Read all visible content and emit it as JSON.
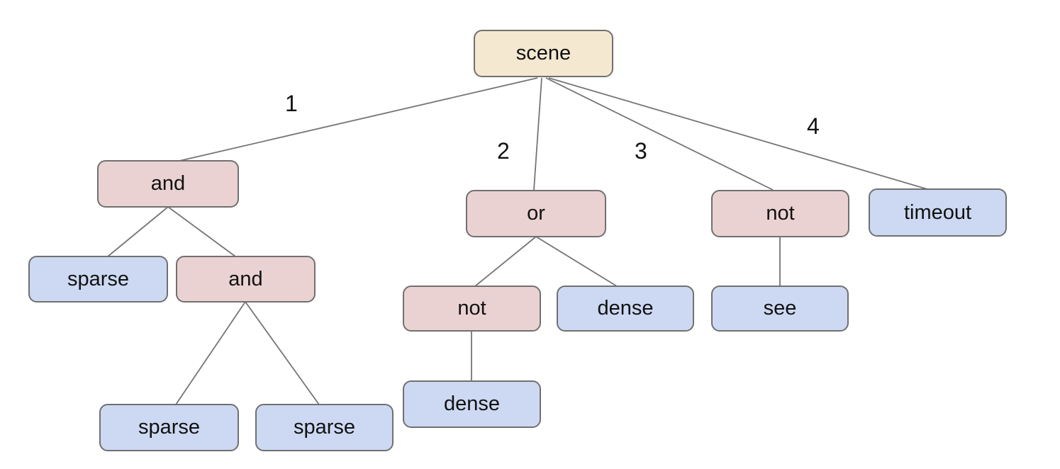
{
  "diagram": {
    "type": "tree",
    "background": "#ffffff",
    "colors": {
      "root_fill": "#f5e8d0",
      "operator_fill": "#ebd2d2",
      "leaf_fill": "#cdd9f2",
      "node_border": "#707070",
      "edge_stroke": "#757575",
      "text": "#111111"
    },
    "nodes": {
      "scene": {
        "label": "scene"
      },
      "and1": {
        "label": "and"
      },
      "or": {
        "label": "or"
      },
      "not3": {
        "label": "not"
      },
      "timeout": {
        "label": "timeout"
      },
      "sparse1": {
        "label": "sparse"
      },
      "and2": {
        "label": "and"
      },
      "not2": {
        "label": "not"
      },
      "dense2": {
        "label": "dense"
      },
      "see": {
        "label": "see"
      },
      "sparse2": {
        "label": "sparse"
      },
      "sparse3": {
        "label": "sparse"
      },
      "dense3": {
        "label": "dense"
      }
    },
    "edge_labels": {
      "e1": "1",
      "e2": "2",
      "e3": "3",
      "e4": "4"
    },
    "tree": {
      "label": "scene",
      "children": [
        {
          "edge_label": "1",
          "label": "and",
          "children": [
            {
              "label": "sparse"
            },
            {
              "label": "and",
              "children": [
                {
                  "label": "sparse"
                },
                {
                  "label": "sparse"
                }
              ]
            }
          ]
        },
        {
          "edge_label": "2",
          "label": "or",
          "children": [
            {
              "label": "not",
              "children": [
                {
                  "label": "dense"
                }
              ]
            },
            {
              "label": "dense"
            }
          ]
        },
        {
          "edge_label": "3",
          "label": "not",
          "children": [
            {
              "label": "see"
            }
          ]
        },
        {
          "edge_label": "4",
          "label": "timeout"
        }
      ]
    }
  }
}
